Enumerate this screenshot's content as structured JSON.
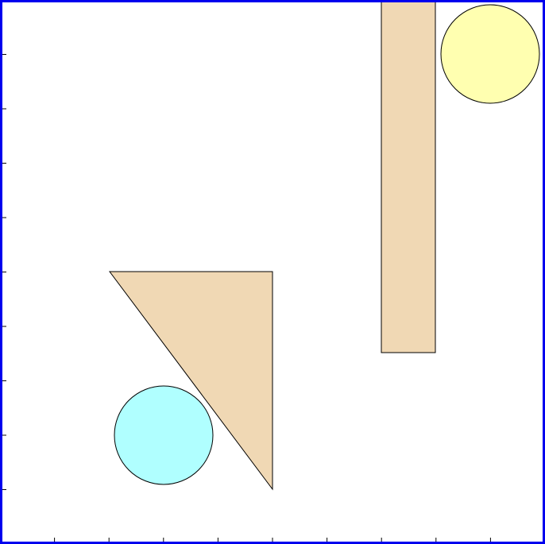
{
  "scene": {
    "frame_color": "#0000ee",
    "background": "#ffffff",
    "outline_color": "#000000",
    "shapes": [
      {
        "name": "tan-triangle",
        "kind": "polygon",
        "fill": "#f0d8b4"
      },
      {
        "name": "cyan-circle",
        "kind": "circle",
        "fill": "#b0ffff"
      },
      {
        "name": "tan-bar",
        "kind": "rect",
        "fill": "#f0d8b4"
      },
      {
        "name": "yellow-circle",
        "kind": "circle",
        "fill": "#ffffb0"
      }
    ]
  }
}
